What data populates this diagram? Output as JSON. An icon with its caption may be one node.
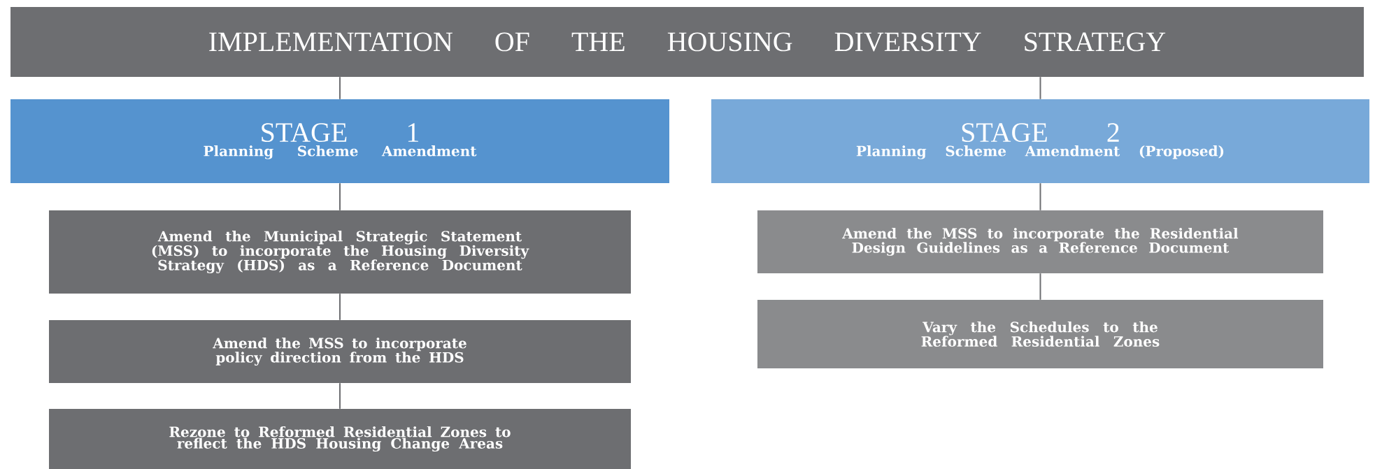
{
  "diagram": {
    "nodes": [
      {
        "text": [
          "IMPLEMENTATION OF THE HOUSING DIVERSITY STRATEGY"
        ]
      },
      {
        "text": [
          "STAGE 1",
          "Planning Scheme Amendment"
        ]
      },
      {
        "text": [
          "STAGE 2",
          "Planning Scheme Amendment (Proposed)"
        ]
      },
      {
        "text": [
          "Amend the Municipal Strategic Statement (MSS) to incorporate the Housing Diversity Strategy (HDS) as a Reference Document"
        ]
      },
      {
        "text": [
          "Amend the MSS to incorporate policy direction from the HDS"
        ]
      },
      {
        "text": [
          "Rezone to Reformed Residential Zones to reflect the HDS Housing Change Areas"
        ]
      },
      {
        "text": [
          "Amend the MSS to incorporate the Residential Design Guidelines as a Reference Document"
        ]
      },
      {
        "text": [
          "Vary the Schedules to the Reformed Residential Zones"
        ]
      }
    ],
    "edges": [
      {
        "from": 0,
        "to": 1,
        "arrow": "none"
      },
      {
        "from": 0,
        "to": 2,
        "arrow": "none"
      },
      {
        "from": 1,
        "to": 3,
        "arrow": "none"
      },
      {
        "from": 3,
        "to": 4,
        "arrow": "none"
      },
      {
        "from": 4,
        "to": 5,
        "arrow": "none"
      },
      {
        "from": 2,
        "to": 6,
        "arrow": "none"
      },
      {
        "from": 6,
        "to": 7,
        "arrow": "none"
      }
    ]
  }
}
